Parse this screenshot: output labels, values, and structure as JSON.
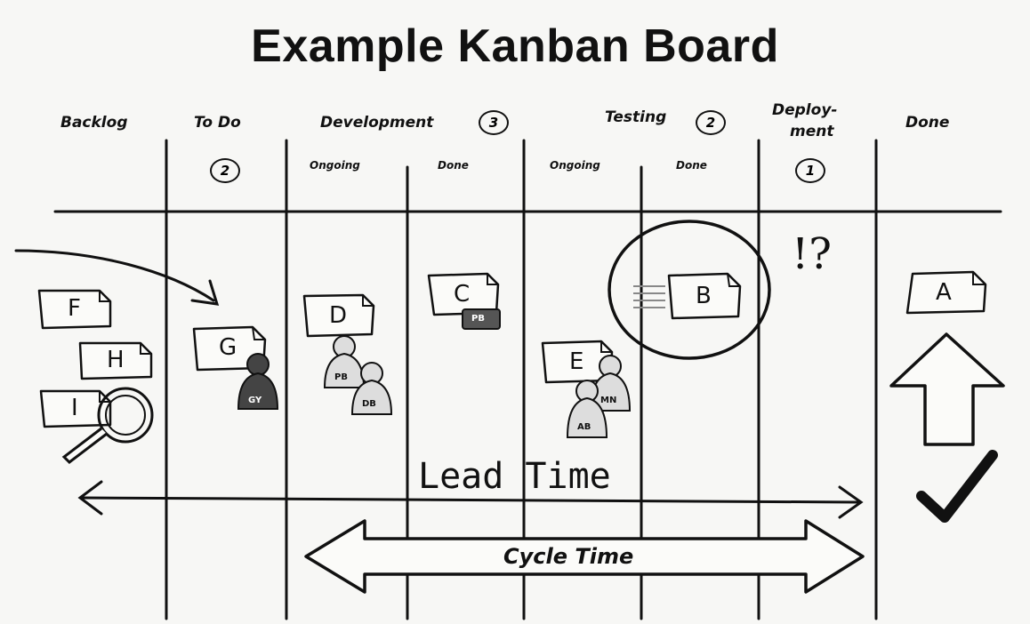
{
  "title": "Example Kanban Board",
  "columns": {
    "backlog": "Backlog",
    "todo": "To Do",
    "todo_wip": "2",
    "development": "Development",
    "development_wip": "3",
    "dev_ongoing": "Ongoing",
    "dev_done": "Done",
    "testing": "Testing",
    "testing_wip": "2",
    "test_ongoing": "Ongoing",
    "test_done": "Done",
    "deployment_line1": "Deploy-",
    "deployment_line2": "ment",
    "deployment_wip": "1",
    "done": "Done"
  },
  "cards": {
    "f": "F",
    "h": "H",
    "i": "I",
    "g": "G",
    "d": "D",
    "c": "C",
    "e": "E",
    "b": "B",
    "a": "A"
  },
  "people": {
    "gy": "GY",
    "pb_dev": "PB",
    "db": "DB",
    "pb_c": "PB",
    "mn": "MN",
    "ab": "AB"
  },
  "annotations": {
    "lead_time": "Lead Time",
    "cycle_time": "Cycle Time",
    "blocked_marks": "!?"
  }
}
